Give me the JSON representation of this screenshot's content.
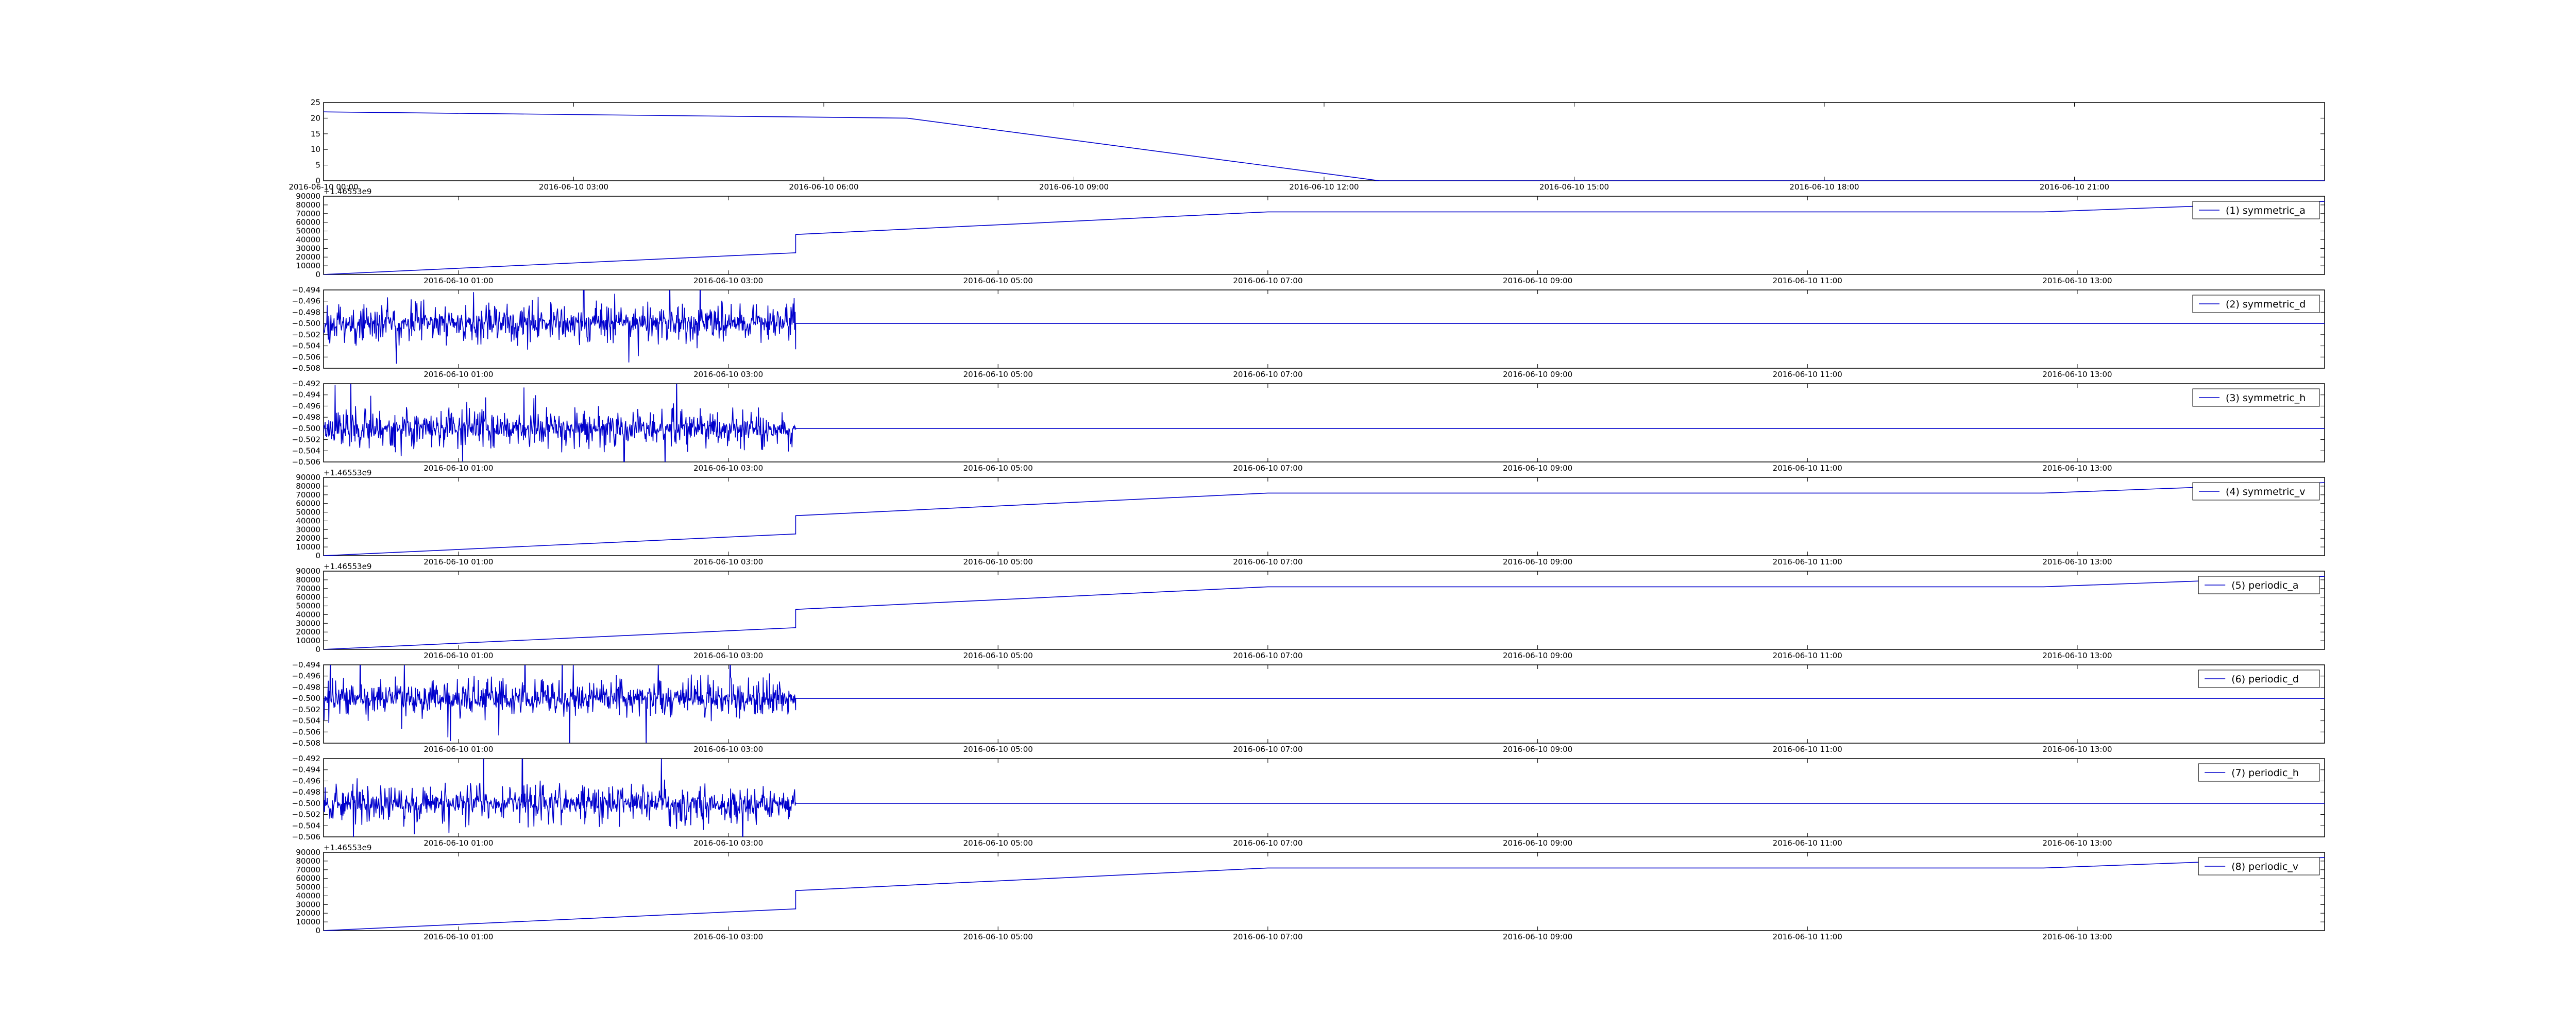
{
  "chart_data": [
    {
      "type": "line",
      "legend": null,
      "offset_label": "",
      "ylim": [
        0,
        25
      ],
      "y_ticks": [
        "0",
        "5",
        "10",
        "15",
        "20",
        "25"
      ],
      "y_tick_values": [
        0,
        5,
        10,
        15,
        20,
        25
      ],
      "x_range": [
        "2016-06-10 00:00",
        "2016-06-11 00:00"
      ],
      "x_ticks": [
        "2016-06-10 00:00",
        "2016-06-10 03:00",
        "2016-06-10 06:00",
        "2016-06-10 09:00",
        "2016-06-10 12:00",
        "2016-06-10 15:00",
        "2016-06-10 18:00",
        "2016-06-10 21:00"
      ],
      "x_tick_labels": [
        "2016-06-10 00:00",
        "2016-06-10 03:00",
        "2016-06-10 06:00",
        "2016-06-10 09:00",
        "2016-06-10 12:00",
        "2016-06-10 15:00",
        "2016-06-10 18:00",
        "2016-06-10 21:00"
      ],
      "series": [
        {
          "color": "#0000cc",
          "x": [
            "2016-06-10 00:00",
            "2016-06-10 07:00",
            "2016-06-10 12:40",
            "2016-06-11 00:00"
          ],
          "y": [
            22,
            20,
            0,
            0
          ]
        }
      ]
    },
    {
      "type": "line",
      "legend": "(1) symmetric_a",
      "offset_label": "+1.46553e9",
      "ylim": [
        0,
        90000
      ],
      "y_ticks": [
        "0",
        "10000",
        "20000",
        "30000",
        "40000",
        "50000",
        "60000",
        "70000",
        "80000",
        "90000"
      ],
      "y_tick_values": [
        0,
        10000,
        20000,
        30000,
        40000,
        50000,
        60000,
        70000,
        80000,
        90000
      ],
      "x_range": [
        "2016-06-10 00:00",
        "2016-06-10 14:50"
      ],
      "x_ticks": [
        "2016-06-10 01:00",
        "2016-06-10 03:00",
        "2016-06-10 05:00",
        "2016-06-10 07:00",
        "2016-06-10 09:00",
        "2016-06-10 11:00",
        "2016-06-10 13:00"
      ],
      "x_tick_labels": [
        "2016-06-10 01:00",
        "2016-06-10 03:00",
        "2016-06-10 05:00",
        "2016-06-10 07:00",
        "2016-06-10 09:00",
        "2016-06-10 11:00",
        "2016-06-10 13:00"
      ],
      "series": [
        {
          "color": "#0000cc",
          "x": [
            "2016-06-10 00:00",
            "2016-06-10 03:30",
            "2016-06-10 03:30",
            "2016-06-10 07:00",
            "2016-06-10 12:45",
            "2016-06-10 14:50"
          ],
          "y": [
            0,
            25000,
            46000,
            72000,
            72000,
            84000
          ]
        }
      ]
    },
    {
      "type": "line",
      "legend": "(2) symmetric_d",
      "offset_label": "",
      "ylim": [
        -0.508,
        -0.494
      ],
      "y_ticks": [
        "−0.508",
        "−0.506",
        "−0.504",
        "−0.502",
        "−0.500",
        "−0.498",
        "−0.496",
        "−0.494"
      ],
      "y_tick_values": [
        -0.508,
        -0.506,
        -0.504,
        -0.502,
        -0.5,
        -0.498,
        -0.496,
        -0.494
      ],
      "x_range": [
        "2016-06-10 00:00",
        "2016-06-10 14:50"
      ],
      "x_ticks": [
        "2016-06-10 01:00",
        "2016-06-10 03:00",
        "2016-06-10 05:00",
        "2016-06-10 07:00",
        "2016-06-10 09:00",
        "2016-06-10 11:00",
        "2016-06-10 13:00"
      ],
      "x_tick_labels": [
        "2016-06-10 01:00",
        "2016-06-10 03:00",
        "2016-06-10 05:00",
        "2016-06-10 07:00",
        "2016-06-10 09:00",
        "2016-06-10 11:00",
        "2016-06-10 13:00"
      ],
      "series": [
        {
          "color": "#0000cc",
          "noise": {
            "center": -0.5,
            "amplitude": 0.007,
            "end": "2016-06-10 03:30",
            "seed": 11
          },
          "x": [
            "2016-06-10 03:30",
            "2016-06-10 14:50"
          ],
          "y": [
            -0.5,
            -0.5
          ]
        }
      ]
    },
    {
      "type": "line",
      "legend": "(3) symmetric_h",
      "offset_label": "",
      "ylim": [
        -0.506,
        -0.492
      ],
      "y_ticks": [
        "−0.506",
        "−0.504",
        "−0.502",
        "−0.500",
        "−0.498",
        "−0.496",
        "−0.494",
        "−0.492"
      ],
      "y_tick_values": [
        -0.506,
        -0.504,
        -0.502,
        -0.5,
        -0.498,
        -0.496,
        -0.494,
        -0.492
      ],
      "x_range": [
        "2016-06-10 00:00",
        "2016-06-10 14:50"
      ],
      "x_ticks": [
        "2016-06-10 01:00",
        "2016-06-10 03:00",
        "2016-06-10 05:00",
        "2016-06-10 07:00",
        "2016-06-10 09:00",
        "2016-06-10 11:00",
        "2016-06-10 13:00"
      ],
      "x_tick_labels": [
        "2016-06-10 01:00",
        "2016-06-10 03:00",
        "2016-06-10 05:00",
        "2016-06-10 07:00",
        "2016-06-10 09:00",
        "2016-06-10 11:00",
        "2016-06-10 13:00"
      ],
      "series": [
        {
          "color": "#0000cc",
          "noise": {
            "center": -0.5,
            "amplitude": 0.007,
            "end": "2016-06-10 03:30",
            "seed": 23
          },
          "x": [
            "2016-06-10 03:30",
            "2016-06-10 14:50"
          ],
          "y": [
            -0.5,
            -0.5
          ]
        }
      ]
    },
    {
      "type": "line",
      "legend": "(4) symmetric_v",
      "offset_label": "+1.46553e9",
      "ylim": [
        0,
        90000
      ],
      "y_ticks": [
        "0",
        "10000",
        "20000",
        "30000",
        "40000",
        "50000",
        "60000",
        "70000",
        "80000",
        "90000"
      ],
      "y_tick_values": [
        0,
        10000,
        20000,
        30000,
        40000,
        50000,
        60000,
        70000,
        80000,
        90000
      ],
      "x_range": [
        "2016-06-10 00:00",
        "2016-06-10 14:50"
      ],
      "x_ticks": [
        "2016-06-10 01:00",
        "2016-06-10 03:00",
        "2016-06-10 05:00",
        "2016-06-10 07:00",
        "2016-06-10 09:00",
        "2016-06-10 11:00",
        "2016-06-10 13:00"
      ],
      "x_tick_labels": [
        "2016-06-10 01:00",
        "2016-06-10 03:00",
        "2016-06-10 05:00",
        "2016-06-10 07:00",
        "2016-06-10 09:00",
        "2016-06-10 11:00",
        "2016-06-10 13:00"
      ],
      "series": [
        {
          "color": "#0000cc",
          "x": [
            "2016-06-10 00:00",
            "2016-06-10 03:30",
            "2016-06-10 03:30",
            "2016-06-10 07:00",
            "2016-06-10 12:45",
            "2016-06-10 14:50"
          ],
          "y": [
            0,
            25000,
            46000,
            72000,
            72000,
            84000
          ]
        }
      ]
    },
    {
      "type": "line",
      "legend": "(5) periodic_a",
      "offset_label": "+1.46553e9",
      "ylim": [
        0,
        90000
      ],
      "y_ticks": [
        "0",
        "10000",
        "20000",
        "30000",
        "40000",
        "50000",
        "60000",
        "70000",
        "80000",
        "90000"
      ],
      "y_tick_values": [
        0,
        10000,
        20000,
        30000,
        40000,
        50000,
        60000,
        70000,
        80000,
        90000
      ],
      "x_range": [
        "2016-06-10 00:00",
        "2016-06-10 14:50"
      ],
      "x_ticks": [
        "2016-06-10 01:00",
        "2016-06-10 03:00",
        "2016-06-10 05:00",
        "2016-06-10 07:00",
        "2016-06-10 09:00",
        "2016-06-10 11:00",
        "2016-06-10 13:00"
      ],
      "x_tick_labels": [
        "2016-06-10 01:00",
        "2016-06-10 03:00",
        "2016-06-10 05:00",
        "2016-06-10 07:00",
        "2016-06-10 09:00",
        "2016-06-10 11:00",
        "2016-06-10 13:00"
      ],
      "series": [
        {
          "color": "#0000cc",
          "x": [
            "2016-06-10 00:00",
            "2016-06-10 03:30",
            "2016-06-10 03:30",
            "2016-06-10 07:00",
            "2016-06-10 12:45",
            "2016-06-10 14:50"
          ],
          "y": [
            0,
            25000,
            46000,
            72000,
            72000,
            84000
          ]
        }
      ]
    },
    {
      "type": "line",
      "legend": "(6) periodic_d",
      "offset_label": "",
      "ylim": [
        -0.508,
        -0.494
      ],
      "y_ticks": [
        "−0.508",
        "−0.506",
        "−0.504",
        "−0.502",
        "−0.500",
        "−0.498",
        "−0.496",
        "−0.494"
      ],
      "y_tick_values": [
        -0.508,
        -0.506,
        -0.504,
        -0.502,
        -0.5,
        -0.498,
        -0.496,
        -0.494
      ],
      "x_range": [
        "2016-06-10 00:00",
        "2016-06-10 14:50"
      ],
      "x_ticks": [
        "2016-06-10 01:00",
        "2016-06-10 03:00",
        "2016-06-10 05:00",
        "2016-06-10 07:00",
        "2016-06-10 09:00",
        "2016-06-10 11:00",
        "2016-06-10 13:00"
      ],
      "x_tick_labels": [
        "2016-06-10 01:00",
        "2016-06-10 03:00",
        "2016-06-10 05:00",
        "2016-06-10 07:00",
        "2016-06-10 09:00",
        "2016-06-10 11:00",
        "2016-06-10 13:00"
      ],
      "series": [
        {
          "color": "#0000cc",
          "noise": {
            "center": -0.5,
            "amplitude": 0.007,
            "end": "2016-06-10 03:30",
            "seed": 37
          },
          "x": [
            "2016-06-10 03:30",
            "2016-06-10 14:50"
          ],
          "y": [
            -0.5,
            -0.5
          ]
        }
      ]
    },
    {
      "type": "line",
      "legend": "(7) periodic_h",
      "offset_label": "",
      "ylim": [
        -0.506,
        -0.492
      ],
      "y_ticks": [
        "−0.506",
        "−0.504",
        "−0.502",
        "−0.500",
        "−0.498",
        "−0.496",
        "−0.494",
        "−0.492"
      ],
      "y_tick_values": [
        -0.506,
        -0.504,
        -0.502,
        -0.5,
        -0.498,
        -0.496,
        -0.494,
        -0.492
      ],
      "x_range": [
        "2016-06-10 00:00",
        "2016-06-10 14:50"
      ],
      "x_ticks": [
        "2016-06-10 01:00",
        "2016-06-10 03:00",
        "2016-06-10 05:00",
        "2016-06-10 07:00",
        "2016-06-10 09:00",
        "2016-06-10 11:00",
        "2016-06-10 13:00"
      ],
      "x_tick_labels": [
        "2016-06-10 01:00",
        "2016-06-10 03:00",
        "2016-06-10 05:00",
        "2016-06-10 07:00",
        "2016-06-10 09:00",
        "2016-06-10 11:00",
        "2016-06-10 13:00"
      ],
      "series": [
        {
          "color": "#0000cc",
          "noise": {
            "center": -0.5,
            "amplitude": 0.007,
            "end": "2016-06-10 03:30",
            "seed": 53
          },
          "x": [
            "2016-06-10 03:30",
            "2016-06-10 14:50"
          ],
          "y": [
            -0.5,
            -0.5
          ]
        }
      ]
    },
    {
      "type": "line",
      "legend": "(8) periodic_v",
      "offset_label": "+1.46553e9",
      "ylim": [
        0,
        90000
      ],
      "y_ticks": [
        "0",
        "10000",
        "20000",
        "30000",
        "40000",
        "50000",
        "60000",
        "70000",
        "80000",
        "90000"
      ],
      "y_tick_values": [
        0,
        10000,
        20000,
        30000,
        40000,
        50000,
        60000,
        70000,
        80000,
        90000
      ],
      "x_range": [
        "2016-06-10 00:00",
        "2016-06-10 14:50"
      ],
      "x_ticks": [
        "2016-06-10 01:00",
        "2016-06-10 03:00",
        "2016-06-10 05:00",
        "2016-06-10 07:00",
        "2016-06-10 09:00",
        "2016-06-10 11:00",
        "2016-06-10 13:00"
      ],
      "x_tick_labels": [
        "2016-06-10 01:00",
        "2016-06-10 03:00",
        "2016-06-10 05:00",
        "2016-06-10 07:00",
        "2016-06-10 09:00",
        "2016-06-10 11:00",
        "2016-06-10 13:00"
      ],
      "series": [
        {
          "color": "#0000cc",
          "x": [
            "2016-06-10 00:00",
            "2016-06-10 03:30",
            "2016-06-10 03:30",
            "2016-06-10 07:00",
            "2016-06-10 12:45",
            "2016-06-10 14:50"
          ],
          "y": [
            0,
            25000,
            46000,
            72000,
            72000,
            84000
          ]
        }
      ]
    }
  ]
}
